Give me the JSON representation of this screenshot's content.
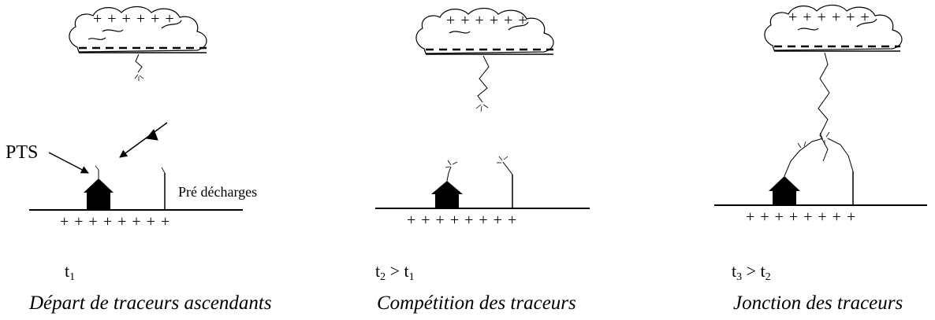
{
  "colors": {
    "ink": "#000000",
    "background": "#ffffff"
  },
  "labels": {
    "pts": "PTS",
    "pre_decharges": "Pré décharges"
  },
  "charges": {
    "cloud_positive": "+ + + + + +",
    "cloud_negative": "- - - - - - -",
    "ground_positive": "+ + + + + + + +"
  },
  "panels": [
    {
      "time": {
        "main": "t",
        "sub": "1",
        "rel": "",
        "ref_main": "",
        "ref_sub": ""
      },
      "caption": "Départ de traceurs ascendants"
    },
    {
      "time": {
        "main": "t",
        "sub": "2",
        "rel": " > ",
        "ref_main": "t",
        "ref_sub": "1"
      },
      "caption": "Compétition des traceurs"
    },
    {
      "time": {
        "main": "t",
        "sub": "3",
        "rel": " > ",
        "ref_main": "t",
        "ref_sub": "2"
      },
      "caption": "Jonction des traceurs"
    }
  ]
}
